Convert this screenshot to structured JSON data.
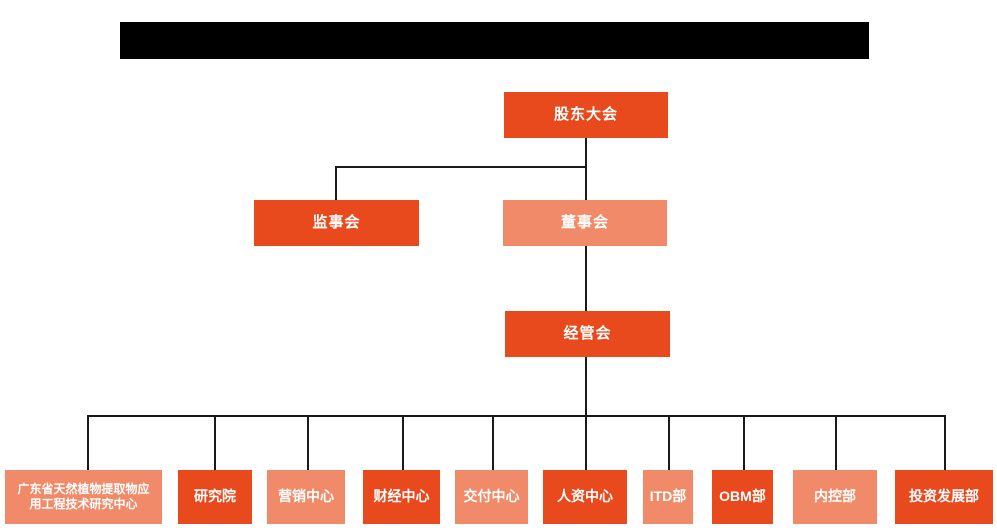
{
  "meta": {
    "page_type": "organization-chart"
  },
  "colors": {
    "node_primary": "#E8491D",
    "node_secondary": "#F08A68",
    "connector": "#1A1A1A",
    "node_text": "#FFFFFF",
    "background": "#FFFFFF",
    "title_bar_redacted": "#000000"
  },
  "org_chart": {
    "root": {
      "label": "股东大会"
    },
    "level2": [
      {
        "label": "监事会"
      },
      {
        "label": "董事会"
      }
    ],
    "level3": {
      "label": "经管会"
    },
    "departments": [
      {
        "label": "广东省天然植物提取物应用工程技术研究中心"
      },
      {
        "label": "研究院"
      },
      {
        "label": "营销中心"
      },
      {
        "label": "财经中心"
      },
      {
        "label": "交付中心"
      },
      {
        "label": "人资中心"
      },
      {
        "label": "ITD部"
      },
      {
        "label": "OBM部"
      },
      {
        "label": "内控部"
      },
      {
        "label": "投资发展部"
      }
    ]
  }
}
